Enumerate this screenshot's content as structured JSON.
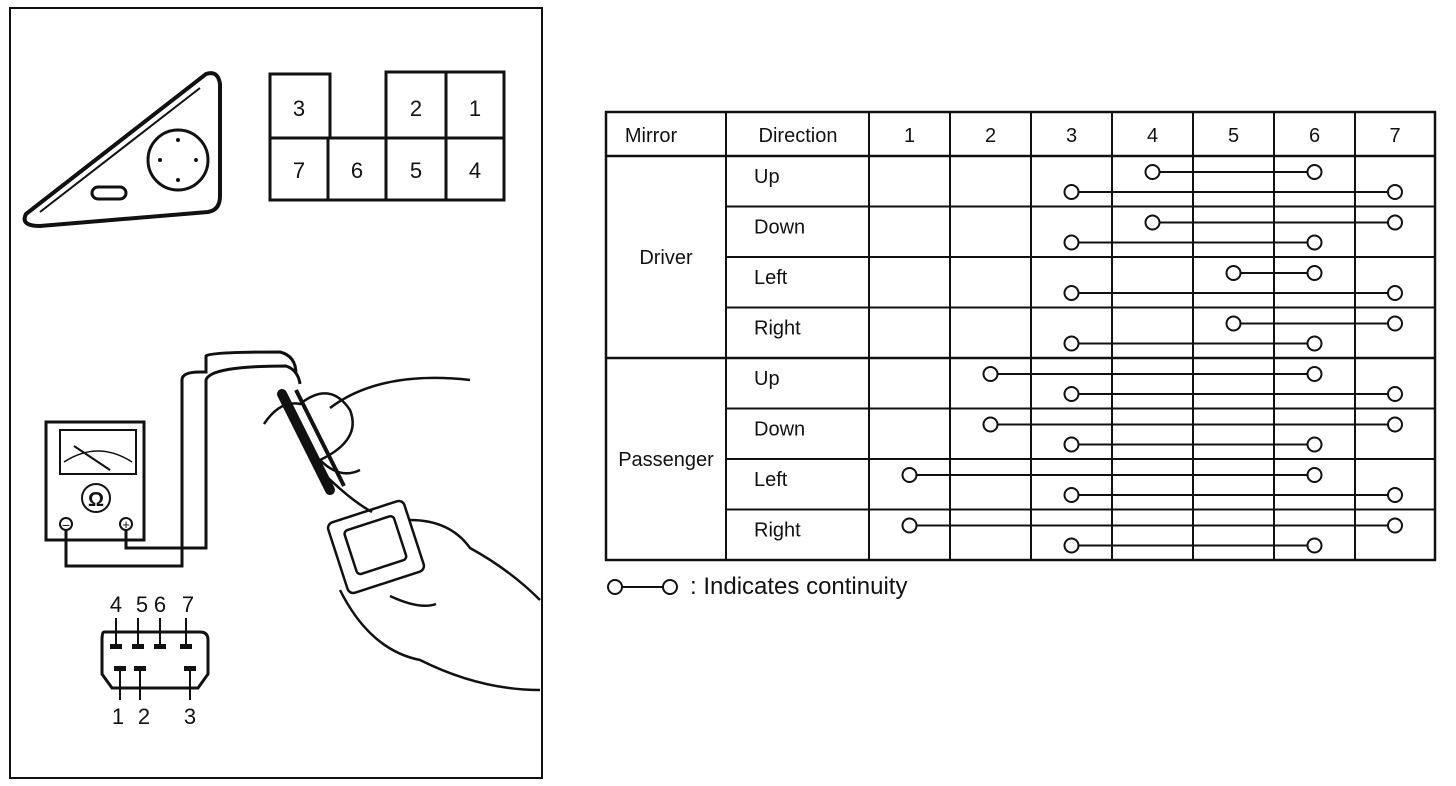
{
  "connector": {
    "cells_top": [
      "3",
      "",
      "2",
      "1"
    ],
    "cells_bottom": [
      "7",
      "6",
      "5",
      "4"
    ]
  },
  "meter": {
    "symbol": "Ω",
    "neg": "−",
    "pos": "+"
  },
  "plug": {
    "top_pins": [
      "4",
      "5",
      "6",
      "7"
    ],
    "bottom_pins": [
      "1",
      "2",
      "3"
    ]
  },
  "table": {
    "col_mirror": "Mirror",
    "col_direction": "Direction",
    "terminals": [
      "1",
      "2",
      "3",
      "4",
      "5",
      "6",
      "7"
    ],
    "groups": [
      {
        "mirror": "Driver",
        "rows": [
          {
            "direction": "Up",
            "top": [
              4,
              6
            ],
            "bottom": [
              3,
              7
            ]
          },
          {
            "direction": "Down",
            "top": [
              4,
              7
            ],
            "bottom": [
              3,
              6
            ]
          },
          {
            "direction": "Left",
            "top": [
              5,
              6
            ],
            "bottom": [
              3,
              7
            ]
          },
          {
            "direction": "Right",
            "top": [
              5,
              7
            ],
            "bottom": [
              3,
              6
            ]
          }
        ]
      },
      {
        "mirror": "Passenger",
        "rows": [
          {
            "direction": "Up",
            "top": [
              2,
              6
            ],
            "bottom": [
              3,
              7
            ]
          },
          {
            "direction": "Down",
            "top": [
              2,
              7
            ],
            "bottom": [
              3,
              6
            ]
          },
          {
            "direction": "Left",
            "top": [
              1,
              6
            ],
            "bottom": [
              3,
              7
            ]
          },
          {
            "direction": "Right",
            "top": [
              1,
              7
            ],
            "bottom": [
              3,
              6
            ]
          }
        ]
      }
    ]
  },
  "legend": {
    "text": ": Indicates continuity"
  }
}
